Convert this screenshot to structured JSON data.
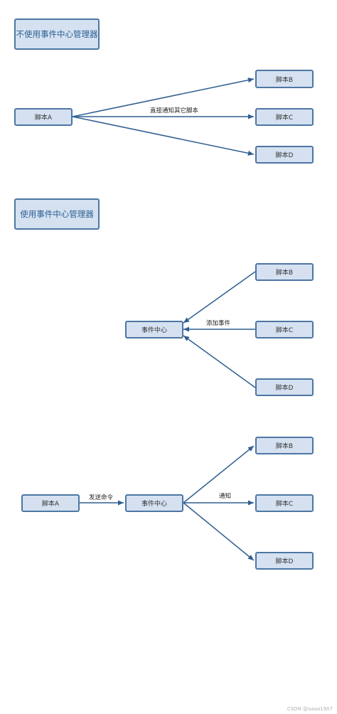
{
  "colors": {
    "node_fill": "#d5e1f1",
    "node_border": "#4d76a3",
    "edge": "#2f5f8f",
    "title_text": "#2c5f93"
  },
  "section1": {
    "title": "不使用事件中心管理器",
    "source": "脚本A",
    "targets": [
      "脚本B",
      "脚本C",
      "脚本D"
    ],
    "edge_label": "直接通知其它脚本"
  },
  "section2": {
    "title": "使用事件中心管理器",
    "center": "事件中心",
    "sources": [
      "脚本B",
      "脚本C",
      "脚本D"
    ],
    "edge_label": "添加事件"
  },
  "section3": {
    "source": "脚本A",
    "center": "事件中心",
    "targets": [
      "脚本B",
      "脚本C",
      "脚本D"
    ],
    "source_edge_label": "发送命令",
    "target_edge_label": "通知"
  },
  "watermark": "CSDN @aaaa1907"
}
